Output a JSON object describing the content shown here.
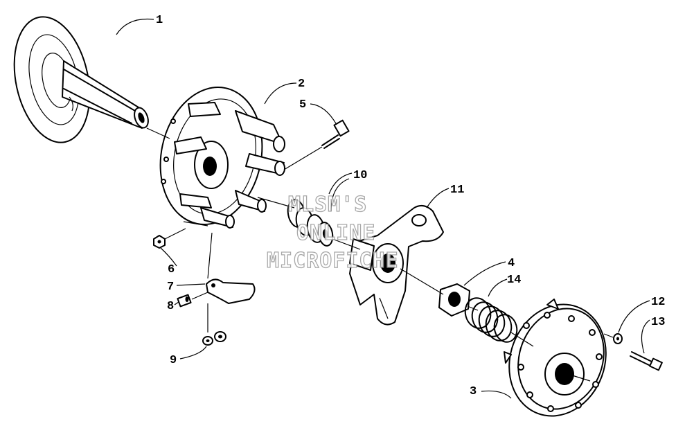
{
  "callouts": {
    "c1": "1",
    "c2": "2",
    "c3": "3",
    "c4": "4",
    "c5": "5",
    "c6": "6",
    "c7": "7",
    "c8": "8",
    "c9": "9",
    "c10": "10",
    "c11": "11",
    "c12": "12",
    "c13": "13",
    "c14": "14"
  },
  "watermark": {
    "line1": "MLSM'S",
    "line2": "ONLINE",
    "line3": "MICROFICHE"
  }
}
